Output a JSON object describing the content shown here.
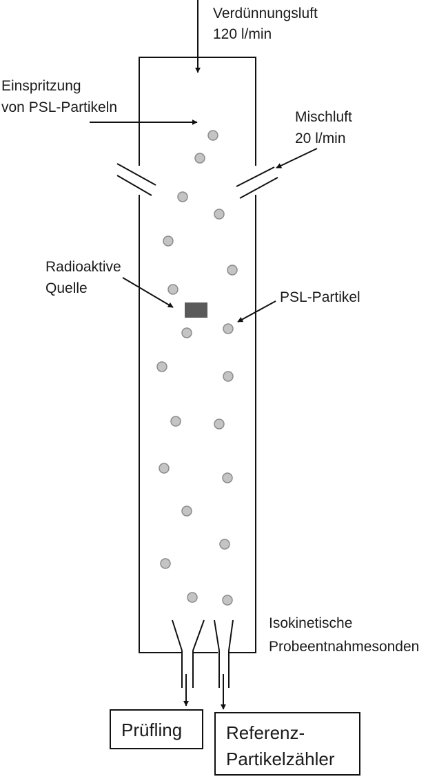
{
  "labels": {
    "dilution_air_line1": "Verdünnungsluft",
    "dilution_air_line2": "120 l/min",
    "injection_line1": "Einspritzung",
    "injection_line2": "von PSL-Partikeln",
    "mixing_air_line1": "Mischluft",
    "mixing_air_line2": "20 l/min",
    "radioactive_line1": "Radioaktive",
    "radioactive_line2": "Quelle",
    "psl_particle": "PSL-Partikel",
    "probes_line1": "Isokinetische",
    "probes_line2": "Probeentnahmesonden",
    "device_under_test": "Prüfling",
    "reference_line1": "Referenz-",
    "reference_line2": "Partikelzähler"
  },
  "colors": {
    "particle_fill": "#c4c4c4",
    "source_fill": "#5a5a5a",
    "line": "#111111"
  }
}
